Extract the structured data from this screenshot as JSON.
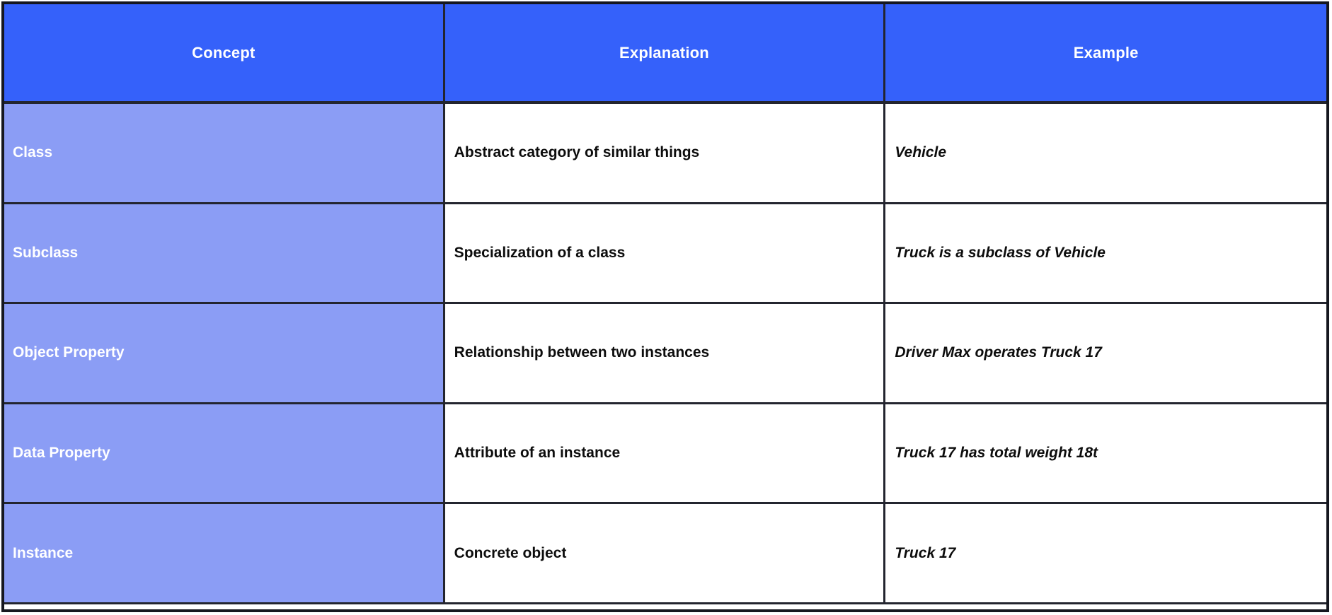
{
  "table": {
    "columns": [
      {
        "label": "Concept"
      },
      {
        "label": "Explanation"
      },
      {
        "label": "Example"
      }
    ],
    "rows": [
      {
        "concept": "Class",
        "explanation": "Abstract category of similar things",
        "example": "Vehicle"
      },
      {
        "concept": "Subclass",
        "explanation": "Specialization of a class",
        "example": "Truck is a subclass of Vehicle"
      },
      {
        "concept": "Object Property",
        "explanation": "Relationship between two instances",
        "example": "Driver Max operates Truck 17"
      },
      {
        "concept": "Data Property",
        "explanation": "Attribute of an instance",
        "example": "Truck 17 has total weight 18t"
      },
      {
        "concept": "Instance",
        "explanation": "Concrete object",
        "example": "Truck 17"
      }
    ],
    "colors": {
      "header_bg": "#3561fa",
      "concept_col_bg": "#8b9df5",
      "outer_border": "#15171f",
      "inner_border": "#23252f",
      "header_text": "#ffffff",
      "body_text": "#0d0d0d"
    }
  }
}
